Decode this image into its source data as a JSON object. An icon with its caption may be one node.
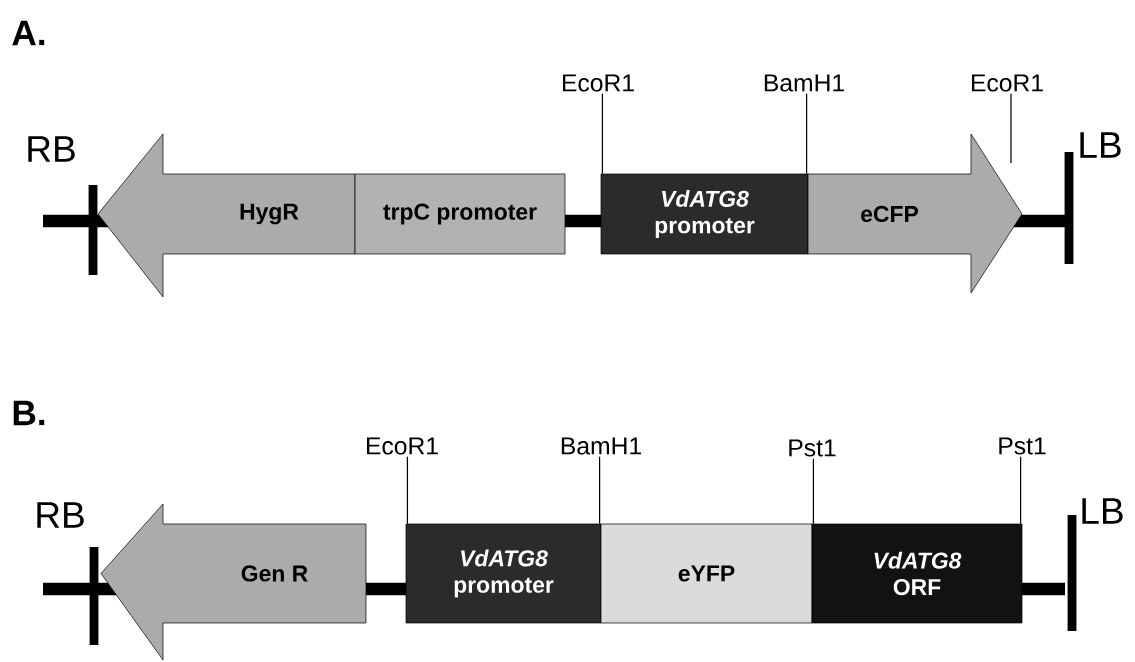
{
  "diagram": {
    "nodes": [
      {
        "text": [
          "HygR"
        ]
      },
      {
        "text": [
          "trpC promoter"
        ]
      },
      {
        "text": [
          "*VdATG8* promoter"
        ]
      },
      {
        "text": [
          "eCFP"
        ]
      },
      {
        "text": [
          "EcoR1"
        ]
      },
      {
        "text": [
          "BamH1"
        ]
      },
      {
        "text": [
          "EcoR1"
        ]
      },
      {
        "text": [
          "Gen R"
        ]
      },
      {
        "text": [
          "*VdATG8* promoter"
        ]
      },
      {
        "text": [
          "eYFP"
        ]
      },
      {
        "text": [
          "*VdATG8* ORF"
        ]
      },
      {
        "text": [
          "EcoR1"
        ]
      },
      {
        "text": [
          "BamH1"
        ]
      },
      {
        "text": [
          "Pst1"
        ]
      },
      {
        "text": [
          "Pst1"
        ]
      }
    ],
    "edges": [
      {
        "from": 4,
        "to": 2,
        "arrow": "none"
      },
      {
        "from": 5,
        "to": 2,
        "arrow": "none"
      },
      {
        "from": 6,
        "to": null,
        "arrow": "none"
      },
      {
        "from": 11,
        "to": 8,
        "arrow": "none"
      },
      {
        "from": 12,
        "to": 8,
        "arrow": "none"
      },
      {
        "from": 13,
        "to": 10,
        "arrow": "none"
      },
      {
        "from": 14,
        "to": 10,
        "arrow": "none"
      }
    ],
    "labels": [
      "A.",
      "RB",
      "LB",
      "B.",
      "RB",
      "LB"
    ]
  }
}
